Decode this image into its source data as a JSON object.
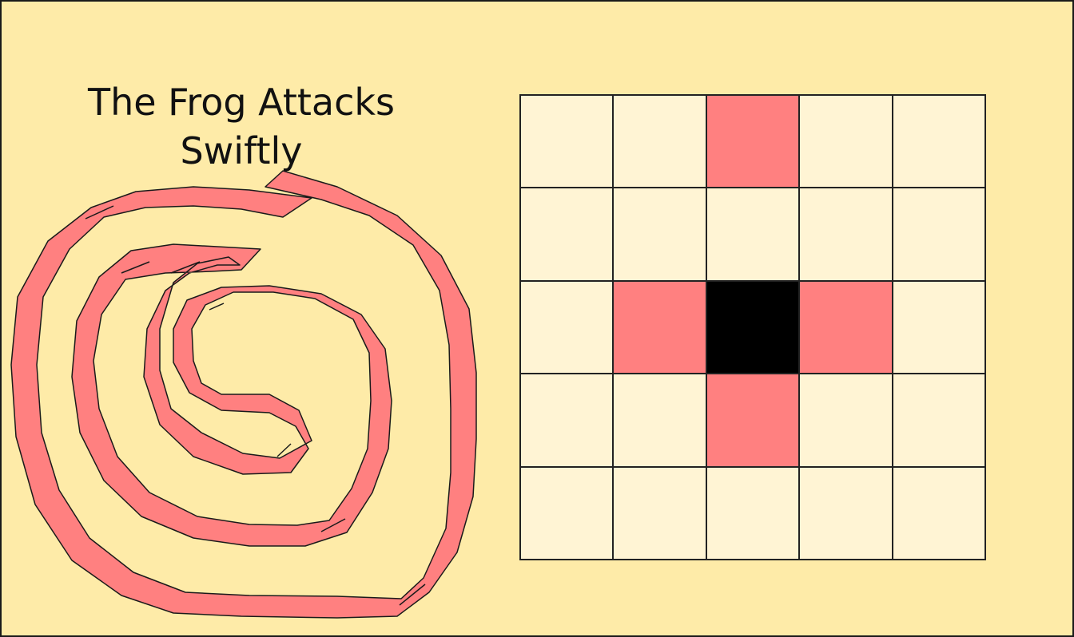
{
  "title": {
    "line1": "The Frog Attacks",
    "line2": "Swiftly"
  },
  "colors": {
    "background": "#feeba8",
    "empty": "#fff4d4",
    "highlight": "#ff8080",
    "piece": "#000000",
    "stroke": "#1a1a1a"
  },
  "spiral_icon": "spiral-glyph-icon",
  "board": {
    "size": 5,
    "cells": [
      [
        "empty",
        "empty",
        "highlight",
        "empty",
        "empty"
      ],
      [
        "empty",
        "empty",
        "empty",
        "empty",
        "empty"
      ],
      [
        "empty",
        "highlight",
        "piece",
        "highlight",
        "empty"
      ],
      [
        "empty",
        "empty",
        "highlight",
        "empty",
        "empty"
      ],
      [
        "empty",
        "empty",
        "empty",
        "empty",
        "empty"
      ]
    ]
  }
}
